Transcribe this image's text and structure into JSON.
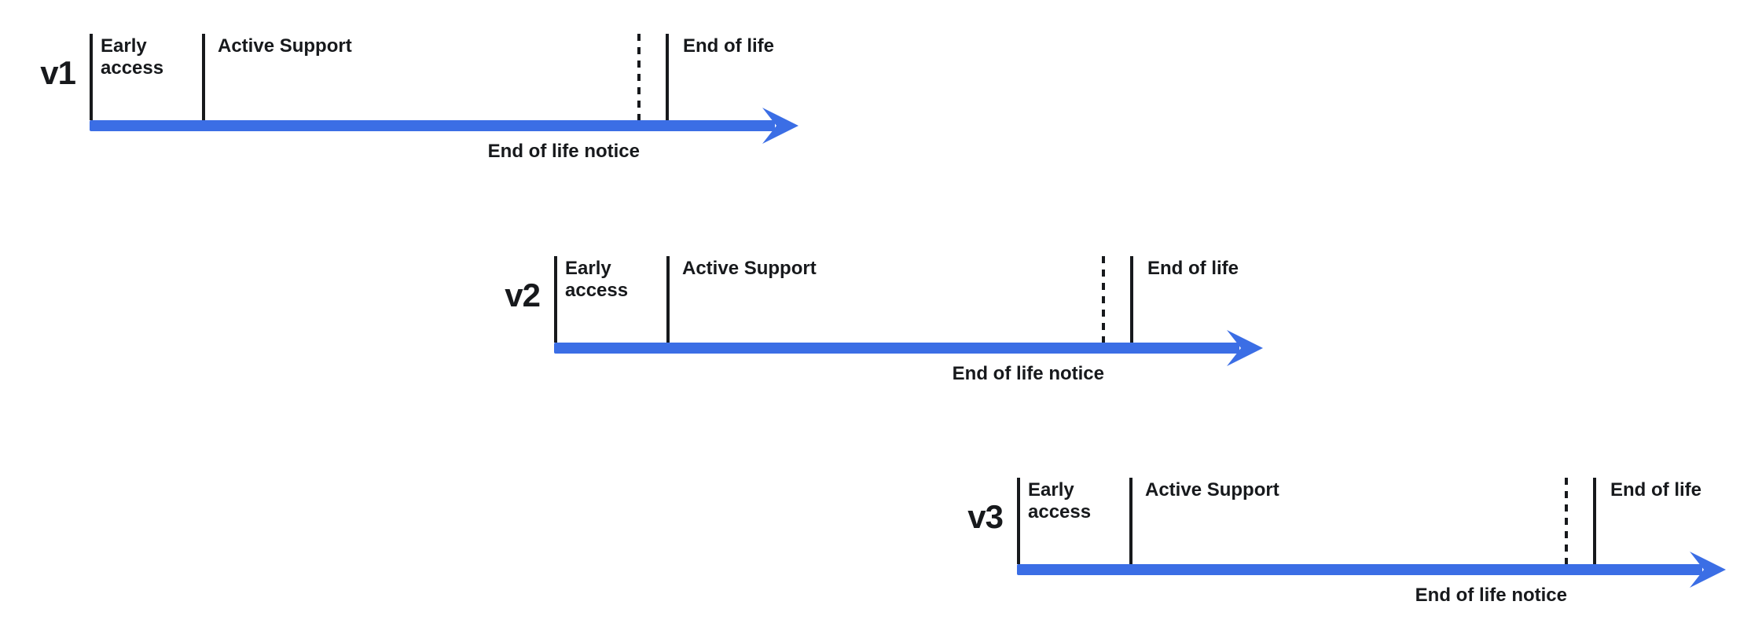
{
  "diagram": {
    "title_hint": "Release lifecycle timelines",
    "colors": {
      "arrow": "#3b6ee5",
      "text": "#17191c"
    },
    "timelines": [
      {
        "version": "v1",
        "early_access": "Early access",
        "active_support": "Active Support",
        "end_of_life": "End of life",
        "end_of_life_notice": "End of life notice"
      },
      {
        "version": "v2",
        "early_access": "Early access",
        "active_support": "Active Support",
        "end_of_life": "End of life",
        "end_of_life_notice": "End of life notice"
      },
      {
        "version": "v3",
        "early_access": "Early access",
        "active_support": "Active Support",
        "end_of_life": "End of life",
        "end_of_life_notice": "End of life notice"
      }
    ]
  }
}
